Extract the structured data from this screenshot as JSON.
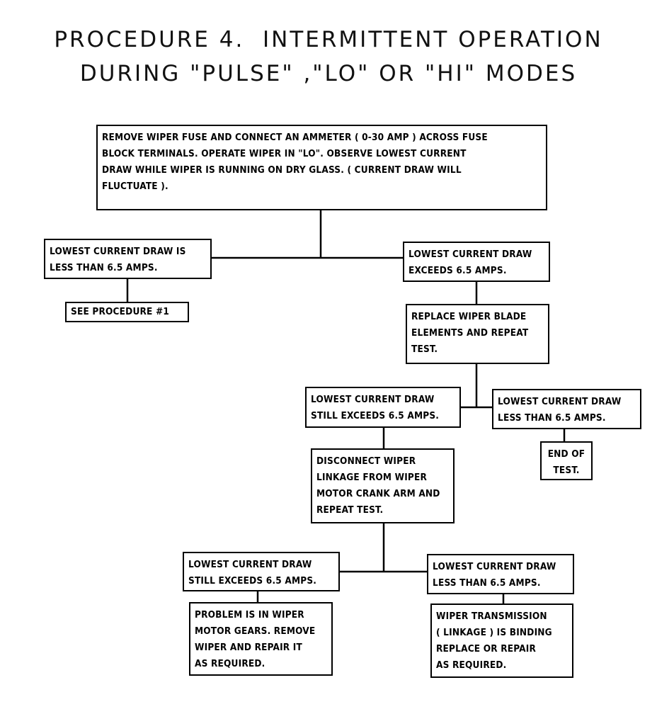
{
  "title": {
    "line1": "PROCEDURE 4.  INTERMITTENT OPERATION",
    "line2": "DURING \"PULSE\" ,\"LO\" OR \"HI\" MODES"
  },
  "flowchart": {
    "start": "REMOVE WIPER FUSE AND CONNECT AN AMMETER ( 0-30 AMP ) ACROSS FUSE\nBLOCK TERMINALS. OPERATE WIPER IN \"LO\". OBSERVE LOWEST CURRENT\nDRAW WHILE WIPER IS RUNNING ON DRY GLASS. ( CURRENT DRAW WILL\nFLUCTUATE ).",
    "less_1": "LOWEST CURRENT DRAW IS\nLESS THAN 6.5 AMPS.",
    "see_procedure": "SEE PROCEDURE #1",
    "exceeds_1": "LOWEST CURRENT DRAW\nEXCEEDS 6.5 AMPS.",
    "replace_blade": "REPLACE WIPER BLADE\nELEMENTS AND REPEAT\nTEST.",
    "still_exceeds_1": "LOWEST CURRENT DRAW\nSTILL EXCEEDS 6.5 AMPS.",
    "less_2": "LOWEST CURRENT DRAW\nLESS THAN 6.5 AMPS.",
    "end_test": "END OF\nTEST.",
    "disconnect": "DISCONNECT WIPER\nLINKAGE FROM WIPER\nMOTOR CRANK ARM AND\nREPEAT TEST.",
    "still_exceeds_2": "LOWEST CURRENT DRAW\nSTILL EXCEEDS 6.5 AMPS.",
    "less_3": "LOWEST CURRENT DRAW\nLESS THAN 6.5 AMPS.",
    "motor_gears": "PROBLEM IS IN WIPER\nMOTOR GEARS. REMOVE\nWIPER AND REPAIR IT\nAS REQUIRED.",
    "transmission": "WIPER TRANSMISSION\n( LINKAGE ) IS BINDING\nREPLACE OR REPAIR\nAS REQUIRED."
  }
}
